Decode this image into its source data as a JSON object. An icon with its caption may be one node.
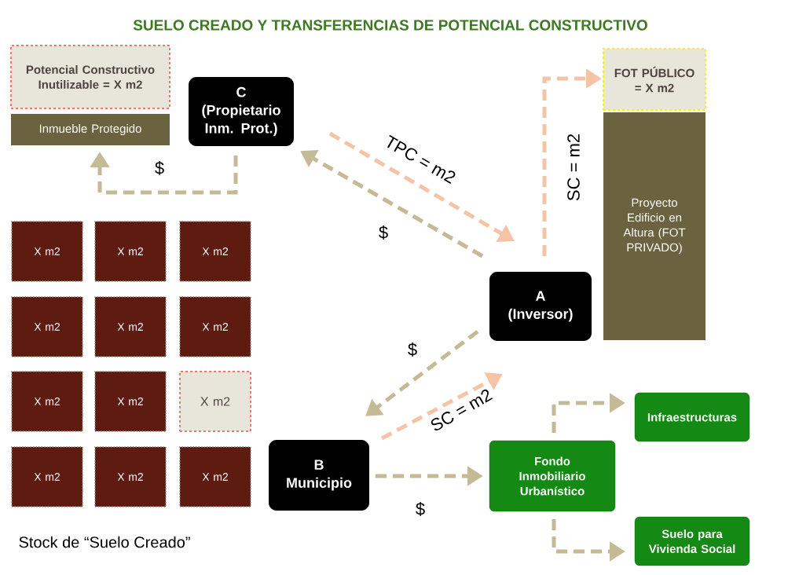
{
  "diagram": {
    "title": "SUELO CREADO Y TRANSFERENCIAS DE POTENCIAL CONSTRUCTIVO",
    "nodes": [
      {
        "text": [
          "Potencial Constructivo Inutilizable = X m2"
        ]
      },
      {
        "text": [
          "Inmueble Protegido"
        ]
      },
      {
        "text": [
          "C (Propietario Inm. Prot.)"
        ]
      },
      {
        "text": [
          "FOT PÚBLICO = X m2"
        ]
      },
      {
        "text": [
          "Proyecto Edificio en Altura (FOT PRIVADO)"
        ]
      },
      {
        "text": [
          "X m2"
        ]
      },
      {
        "text": [
          "X m2"
        ]
      },
      {
        "text": [
          "X m2"
        ]
      },
      {
        "text": [
          "X m2"
        ]
      },
      {
        "text": [
          "X m2"
        ]
      },
      {
        "text": [
          "X m2"
        ]
      },
      {
        "text": [
          "X m2"
        ]
      },
      {
        "text": [
          "X m2"
        ]
      },
      {
        "text": [
          "X m2"
        ]
      },
      {
        "text": [
          "X m2"
        ]
      },
      {
        "text": [
          "X m2"
        ]
      },
      {
        "text": [
          "X m2"
        ]
      },
      {
        "text": [
          "A (Inversor)"
        ]
      },
      {
        "text": [
          "B Municipio"
        ]
      },
      {
        "text": [
          "Fondo Inmobiliario Urbanístico"
        ]
      },
      {
        "text": [
          "Infraestructuras"
        ]
      },
      {
        "text": [
          "Suelo para Vivienda Social"
        ]
      }
    ],
    "edges": [
      {
        "from": 2,
        "to": 1,
        "arrow": "to",
        "label": "$"
      },
      {
        "from": 2,
        "to": 17,
        "arrow": "to",
        "label": "TPC = m2",
        "color": "#f5c3a5"
      },
      {
        "from": 17,
        "to": 2,
        "arrow": "to",
        "label": "$"
      },
      {
        "from": 17,
        "to": 3,
        "arrow": "to",
        "label": "SC = m2",
        "color": "#f5c3a5"
      },
      {
        "from": 17,
        "to": 18,
        "arrow": "to",
        "label": "$"
      },
      {
        "from": 18,
        "to": 17,
        "arrow": "to",
        "label": "SC = m2",
        "color": "#f5c3a5"
      },
      {
        "from": 18,
        "to": 19,
        "arrow": "to",
        "label": "$"
      },
      {
        "from": 19,
        "to": 20,
        "arrow": "to"
      },
      {
        "from": 19,
        "to": 21,
        "arrow": "to"
      }
    ],
    "labels": [
      "Stock de “Suelo Creado”"
    ]
  }
}
